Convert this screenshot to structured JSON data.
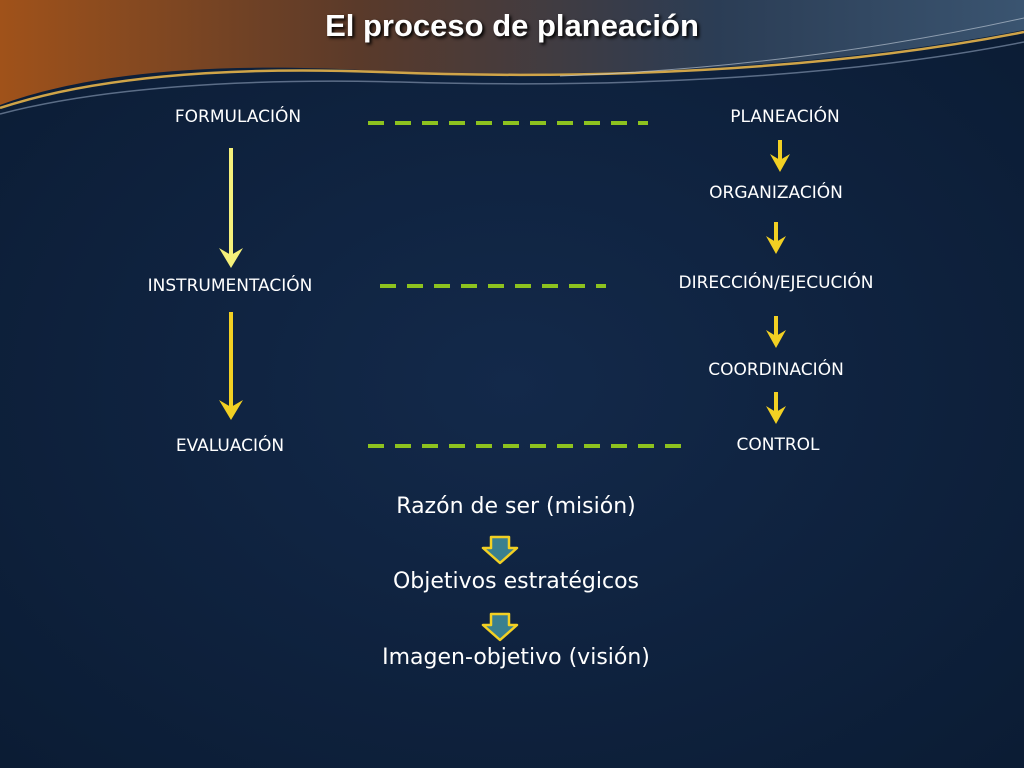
{
  "title": "El proceso de planeación",
  "left_column": [
    "FORMULACIÓN",
    "INSTRUMENTACIÓN",
    "EVALUACIÓN"
  ],
  "right_column": [
    "PLANEACIÓN",
    "ORGANIZACIÓN",
    "DIRECCIÓN/EJECUCIÓN",
    "COORDINACIÓN",
    "CONTROL"
  ],
  "bottom_sequence": [
    "Razón de ser (misión)",
    "Objetivos estratégicos",
    "Imagen-objetivo (visión)"
  ],
  "colors": {
    "background": "#0f2340",
    "dash": "#8dc21f",
    "arrow_yellow": "#f2d023",
    "arrow_light": "#f5f07a",
    "block_arrow_fill": "#3a7f8f"
  }
}
